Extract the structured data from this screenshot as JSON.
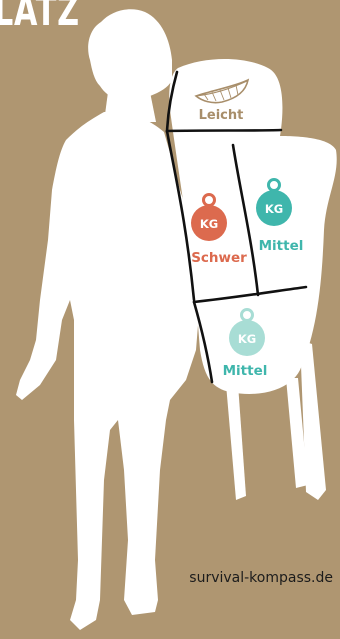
{
  "header": {
    "title_fragment": "LATZ"
  },
  "backpack": {
    "zones": [
      {
        "id": "top",
        "label": "Leicht",
        "icon": "feather-icon",
        "color": "#a88e6a"
      },
      {
        "id": "middle-left",
        "label": "Schwer",
        "icon": "weight-icon",
        "badge": "KG",
        "color": "#dc6a4e"
      },
      {
        "id": "middle-right",
        "label": "Mittel",
        "icon": "weight-icon",
        "badge": "KG",
        "color": "#3fb6ac"
      },
      {
        "id": "bottom",
        "label": "Mittel",
        "icon": "weight-icon",
        "badge": "KG",
        "color": "#a8ddd5"
      }
    ]
  },
  "footer": {
    "credit": "survival-kompass.de"
  },
  "colors": {
    "background": "#af9671",
    "silhouette": "#ffffff",
    "outline": "#111111"
  }
}
